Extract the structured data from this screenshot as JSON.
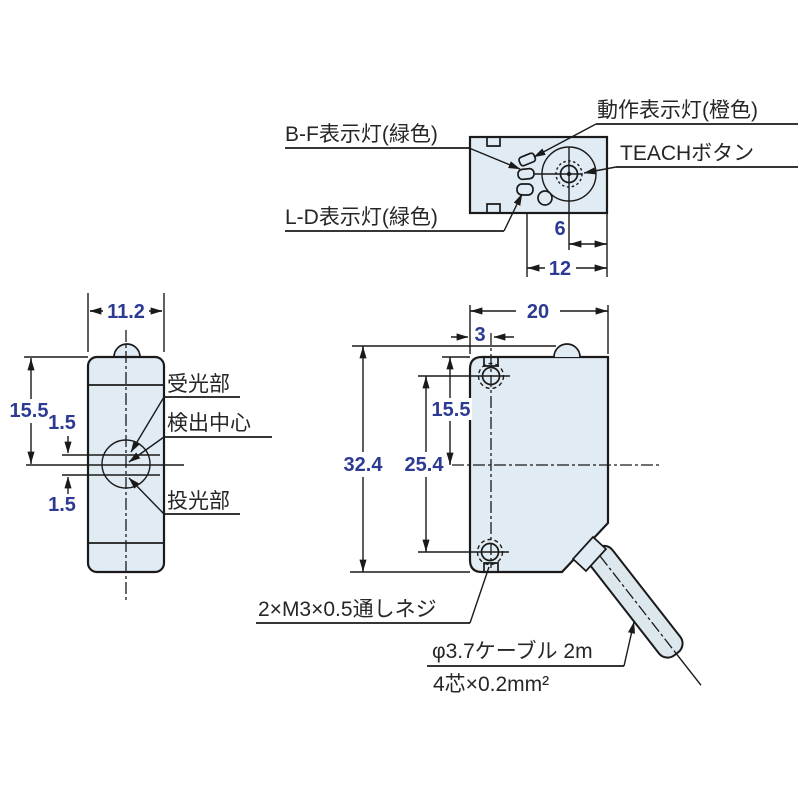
{
  "colors": {
    "background": "#ffffff",
    "line": "#1a1a1a",
    "body_fill": "#e0ebf3",
    "cable_fill": "#dde7ee",
    "dimension_text": "#2c3a92",
    "label_text": "#262626"
  },
  "top_view": {
    "label_bf": "B-F表示灯(緑色)",
    "label_operation": "動作表示灯(橙色)",
    "label_teach": "TEACHボタン",
    "label_ld": "L-D表示灯(緑色)",
    "dim_button_to_edge": "6",
    "dim_indicator_to_edge": "12"
  },
  "front_view": {
    "dim_width": "11.2",
    "dim_top_to_center": "15.5",
    "dim_receiver_offset": "1.5",
    "dim_emitter_offset": "1.5",
    "label_receiver": "受光部",
    "label_detection_center": "検出中心",
    "label_emitter": "投光部"
  },
  "side_view": {
    "dim_width": "20",
    "dim_hole_offset": "3",
    "dim_height": "32.4",
    "dim_hole_pitch": "25.4",
    "dim_top_to_center": "15.5",
    "label_screw": "2×M3×0.5通しネジ",
    "label_cable_diameter": "φ3.7ケーブル 2m",
    "label_cable_cores": "4芯×0.2mm²"
  }
}
